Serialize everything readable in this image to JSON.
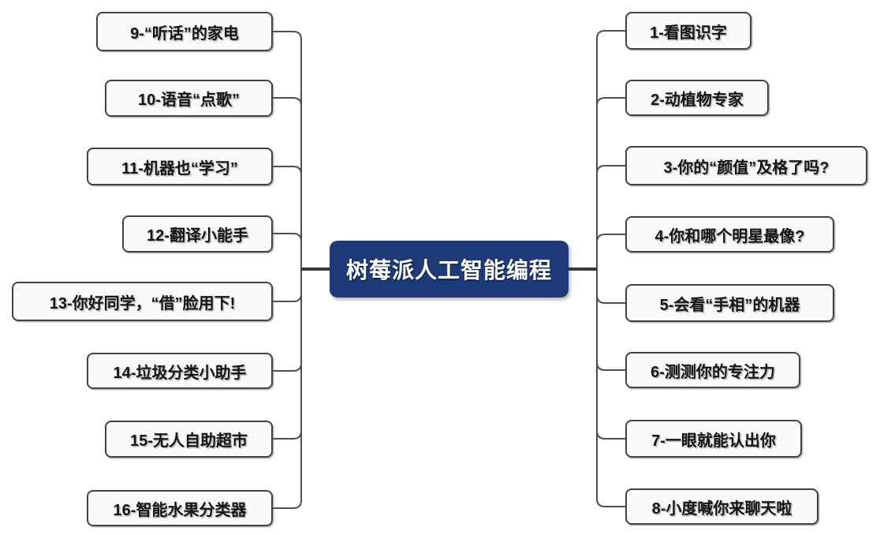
{
  "diagram": {
    "type": "mindmap",
    "center": {
      "label": "树莓派人工智能编程"
    },
    "left_branches": [
      {
        "label": "9-“听话”的家电"
      },
      {
        "label": "10-语音“点歌”"
      },
      {
        "label": "11-机器也“学习”"
      },
      {
        "label": "12-翻译小能手"
      },
      {
        "label": "13-你好同学，“借”脸用下!"
      },
      {
        "label": "14-垃圾分类小助手"
      },
      {
        "label": "15-无人自助超市"
      },
      {
        "label": "16-智能水果分类器"
      }
    ],
    "right_branches": [
      {
        "label": "1-看图识字"
      },
      {
        "label": "2-动植物专家"
      },
      {
        "label": "3-你的“颜值”及格了吗?"
      },
      {
        "label": "4-你和哪个明星最像?"
      },
      {
        "label": "5-会看“手相”的机器"
      },
      {
        "label": "6-测测你的专注力"
      },
      {
        "label": "7-一眼就能认出你"
      },
      {
        "label": "8-小度喊你来聊天啦"
      }
    ],
    "colors": {
      "center_bg": "#1e3a78",
      "center_text": "#ffffff",
      "node_bg": "#fafafa",
      "node_border": "#424242",
      "node_text": "#141414",
      "line": "#4f4f4f",
      "trunk_line": "#3a3a3a"
    }
  }
}
